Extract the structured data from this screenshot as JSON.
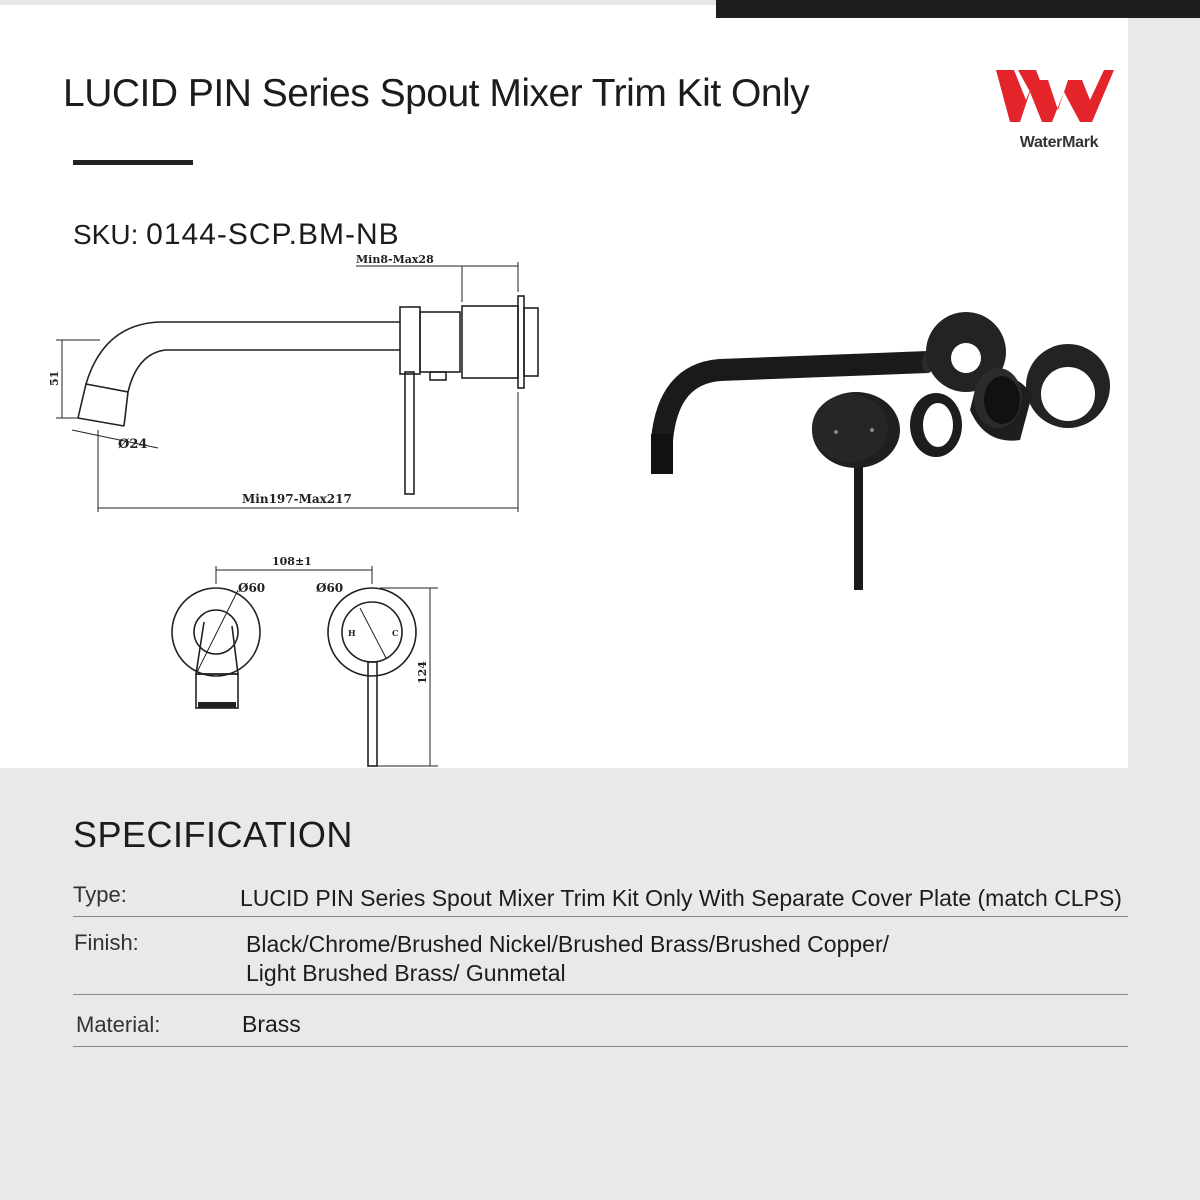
{
  "header": {
    "title": "LUCID PIN Series Spout Mixer Trim Kit Only",
    "sku_label": "SKU:",
    "sku_value": "0144-SCP.BM-NB"
  },
  "logo": {
    "icon": "watermark-logo-icon",
    "text": "WaterMark",
    "color": "#e4242b"
  },
  "drawing": {
    "dim_depth": "Min8-Max28",
    "dim_height": "51",
    "dim_outlet": "Ø24",
    "dim_length": "Min197-Max217",
    "dim_spacing": "108±1",
    "dim_plate_left": "Ø60",
    "dim_plate_right": "Ø60",
    "dim_handle_height": "124",
    "mark_hot": "H",
    "mark_cold": "C"
  },
  "spec": {
    "heading": "SPECIFICATION",
    "rows": [
      {
        "label": "Type:",
        "lines": [
          "LUCID PIN Series Spout Mixer Trim Kit Only With Separate Cover Plate (match CLPS)"
        ]
      },
      {
        "label": "Finish:",
        "lines": [
          "Black/Chrome/Brushed Nickel/Brushed Brass/Brushed Copper/",
          "Light Brushed Brass/ Gunmetal"
        ]
      },
      {
        "label": "Material:",
        "lines": [
          "Brass"
        ]
      }
    ]
  },
  "colors": {
    "panel": "#ffffff",
    "background": "#e9e9e9",
    "dark_strip": "#1e1e1e",
    "product_black": "#1a1a1a"
  }
}
